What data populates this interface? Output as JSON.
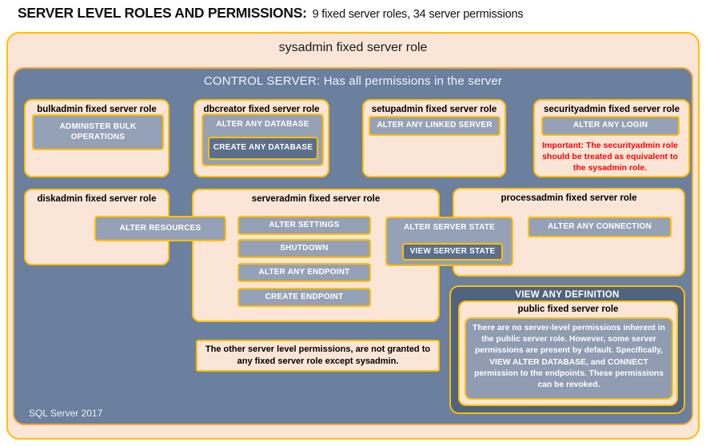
{
  "title": {
    "main": "SERVER LEVEL ROLES AND PERMISSIONS:",
    "subtitle": "9 fixed server roles, 34 server permissions"
  },
  "sysadmin_box": {
    "title": "sysadmin fixed server role"
  },
  "control_server_box": {
    "title": "CONTROL SERVER: Has all permissions in the server",
    "footer": "SQL Server 2017"
  },
  "roles": {
    "bulkadmin": {
      "title": "bulkadmin fixed server role",
      "permissions": {
        "administer_bulk_operations": "ADMINISTER BULK OPERATIONS"
      }
    },
    "dbcreator": {
      "title": "dbcreator fixed server role",
      "permissions": {
        "alter_any_database": "ALTER ANY DATABASE",
        "create_any_database": "CREATE ANY DATABASE"
      }
    },
    "setupadmin": {
      "title": "setupadmin fixed server role",
      "permissions": {
        "alter_any_linked_server": "ALTER ANY LINKED SERVER"
      }
    },
    "securityadmin": {
      "title": "securityadmin fixed server role",
      "permissions": {
        "alter_any_login": "ALTER ANY LOGIN"
      },
      "warning": "Important: The securityadmin role should be treated as equivalent to the sysadmin role."
    },
    "diskadmin": {
      "title": "diskadmin fixed server role",
      "permissions": {
        "alter_resources": "ALTER RESOURCES"
      }
    },
    "serveradmin": {
      "title": "serveradmin fixed server role",
      "permissions": {
        "alter_settings": "ALTER SETTINGS",
        "shutdown": "SHUTDOWN",
        "alter_any_endpoint": "ALTER ANY ENDPOINT",
        "create_endpoint": "CREATE ENDPOINT",
        "alter_server_state": "ALTER SERVER STATE",
        "view_server_state": "VIEW SERVER STATE"
      }
    },
    "processadmin": {
      "title": "processadmin fixed server role",
      "permissions": {
        "alter_any_connection": "ALTER ANY CONNECTION"
      }
    },
    "public": {
      "header_permission": "VIEW ANY DEFINITION",
      "title": "public fixed server role",
      "note": "There are no server-level permissions inherent in the public server role. However, some server permissions are present by default. Specifically, VIEW ALTER DATABASE, and CONNECT permission to the endpoints. These permissions can be revoked."
    }
  },
  "notes": {
    "other_permissions": "The other server level permissions, are not granted to any fixed server role except sysadmin."
  },
  "colors": {
    "gold_border": "#FFC000",
    "peach_fill": "#FBE5D6",
    "slate_blue_fill": "#6B7F9E",
    "permission_fill": "#95A1B6",
    "permission_dark_fill": "#5C6E8C",
    "dark_panel_fill": "#50647F",
    "warning_red": "#FF0000"
  }
}
